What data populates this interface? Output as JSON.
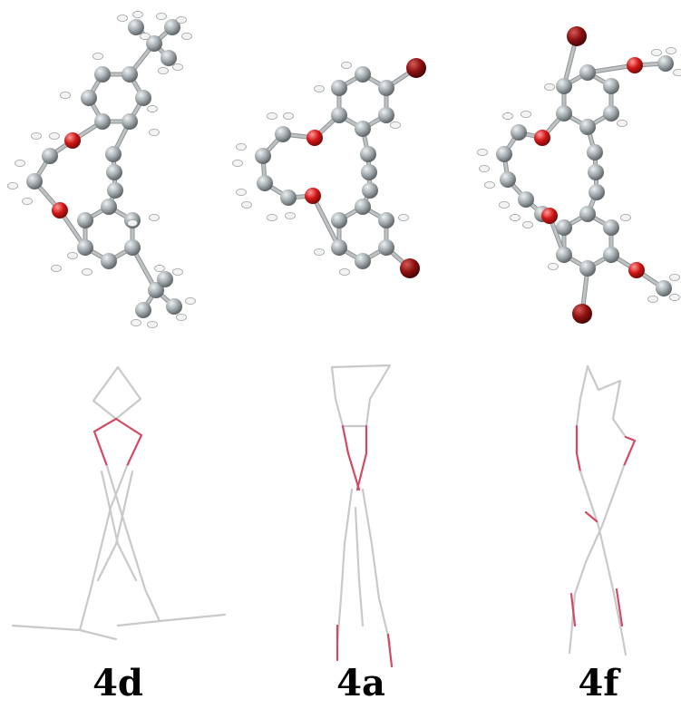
{
  "figure": {
    "labels": [
      "4d",
      "4a",
      "4f"
    ]
  },
  "colors": {
    "carbon": "#a9b0b4",
    "carbon_shade": "#6e7477",
    "oxygen": "#d21616",
    "bromine": "#8e1111",
    "hydrogen": "#f3f3f3",
    "bond": "#bfc2c3",
    "wire": "#c9c9c9",
    "wire_oxygen": "#d24a63"
  }
}
